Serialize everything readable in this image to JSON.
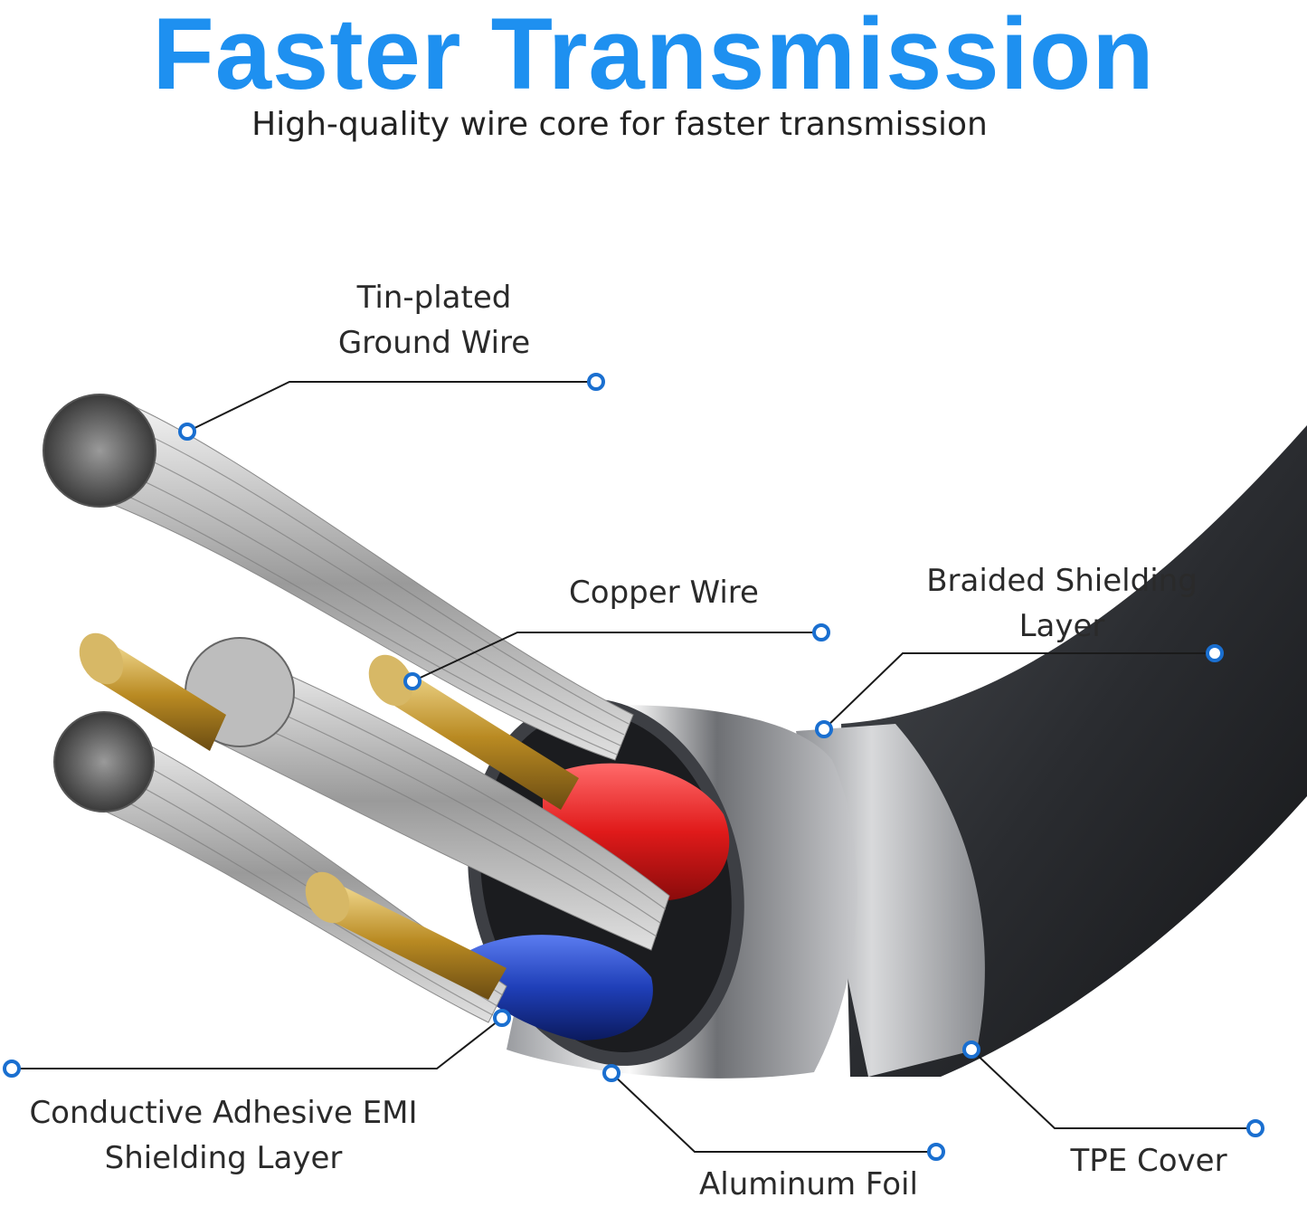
{
  "header": {
    "title": "Faster Transmission",
    "subtitle": "High-quality wire core for faster transmission"
  },
  "callouts": {
    "tin_plated_ground_wire": [
      "Tin-plated",
      "Ground Wire"
    ],
    "copper_wire": [
      "Copper Wire"
    ],
    "braided_shielding_layer": [
      "Braided Shielding",
      "Layer"
    ],
    "conductive_adhesive_emi": [
      "Conductive Adhesive EMI",
      "Shielding Layer"
    ],
    "aluminum_foil": [
      "Aluminum Foil"
    ],
    "tpe_cover": [
      "TPE Cover"
    ]
  },
  "colors": {
    "title": "#1e90f0",
    "callout_dot": "#1a6fd0",
    "tpe_cover": "#2a2c30",
    "red_insulation": "#e01a1a",
    "blue_insulation": "#1f3fb8",
    "copper_core": "#c9a24a"
  }
}
